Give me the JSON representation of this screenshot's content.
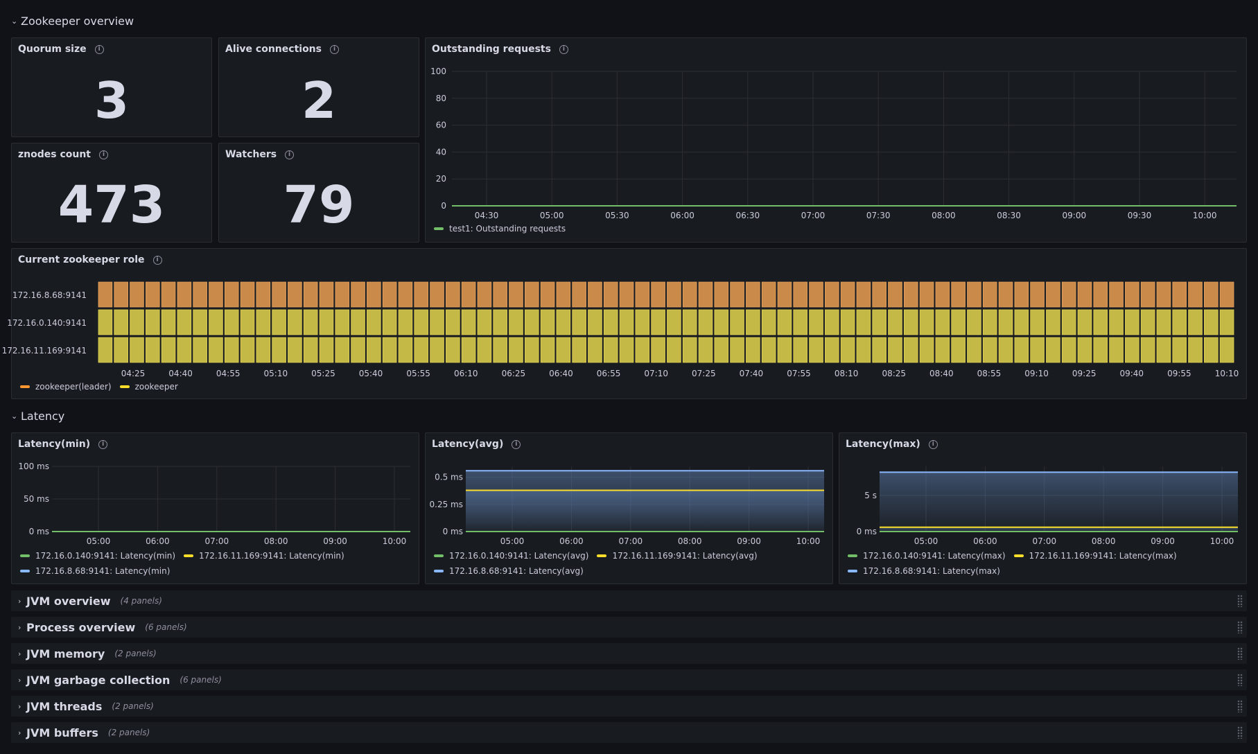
{
  "rows": {
    "zookeeper": "Zookeeper overview",
    "latency": "Latency"
  },
  "stats": [
    {
      "title": "Quorum size",
      "value": "3"
    },
    {
      "title": "Alive connections",
      "value": "2"
    },
    {
      "title": "znodes count",
      "value": "473"
    },
    {
      "title": "Watchers",
      "value": "79"
    }
  ],
  "outstanding": {
    "title": "Outstanding requests",
    "legend": [
      {
        "name": "test1: Outstanding requests",
        "color": "#73bf69"
      }
    ]
  },
  "role": {
    "title": "Current zookeeper role",
    "legend": [
      {
        "name": "zookeeper(leader)",
        "color": "#ff9830"
      },
      {
        "name": "zookeeper",
        "color": "#fade2a"
      }
    ]
  },
  "latency_panels": [
    {
      "title": "Latency(min)",
      "legend": [
        "172.16.0.140:9141: Latency(min)",
        "172.16.11.169:9141: Latency(min)",
        "172.16.8.68:9141: Latency(min)"
      ]
    },
    {
      "title": "Latency(avg)",
      "legend": [
        "172.16.0.140:9141: Latency(avg)",
        "172.16.11.169:9141: Latency(avg)",
        "172.16.8.68:9141: Latency(avg)"
      ]
    },
    {
      "title": "Latency(max)",
      "legend": [
        "172.16.0.140:9141: Latency(max)",
        "172.16.11.169:9141: Latency(max)",
        "172.16.8.68:9141: Latency(max)"
      ]
    }
  ],
  "colors": {
    "green": "#73bf69",
    "yellow": "#fade2a",
    "blue": "#8ab8ff",
    "leader": "#c98a4a",
    "follower": "#c4b846"
  },
  "collapsed_rows": [
    {
      "name": "JVM overview",
      "count": "(4 panels)"
    },
    {
      "name": "Process overview",
      "count": "(6 panels)"
    },
    {
      "name": "JVM memory",
      "count": "(2 panels)"
    },
    {
      "name": "JVM garbage collection",
      "count": "(6 panels)"
    },
    {
      "name": "JVM threads",
      "count": "(2 panels)"
    },
    {
      "name": "JVM buffers",
      "count": "(2 panels)"
    }
  ],
  "chart_data": [
    {
      "type": "line",
      "title": "Outstanding requests",
      "x": [
        "04:30",
        "05:00",
        "05:30",
        "06:00",
        "06:30",
        "07:00",
        "07:30",
        "08:00",
        "08:30",
        "09:00",
        "09:30",
        "10:00"
      ],
      "ylim": [
        0,
        100
      ],
      "yticks": [
        "100",
        "80",
        "60",
        "40",
        "20",
        "0"
      ],
      "series": [
        {
          "name": "test1: Outstanding requests",
          "values": [
            0,
            0,
            0,
            0,
            0,
            0,
            0,
            0,
            0,
            0,
            0,
            0
          ]
        }
      ],
      "grid": true,
      "legend": "bottom-left"
    },
    {
      "type": "heatmap",
      "title": "Current zookeeper role",
      "rows": [
        {
          "name": "172.16.8.68:9141",
          "state": "zookeeper(leader)"
        },
        {
          "name": "172.16.0.140:9141",
          "state": "zookeeper"
        },
        {
          "name": "172.16.11.169:9141",
          "state": "zookeeper"
        }
      ],
      "x": [
        "04:25",
        "04:40",
        "04:55",
        "05:10",
        "05:25",
        "05:40",
        "05:55",
        "06:10",
        "06:25",
        "06:40",
        "06:55",
        "07:10",
        "07:25",
        "07:40",
        "07:55",
        "08:10",
        "08:25",
        "08:40",
        "08:55",
        "09:10",
        "09:25",
        "09:40",
        "09:55",
        "10:10"
      ],
      "buckets": 72,
      "legend": "bottom-left"
    },
    {
      "type": "line",
      "title": "Latency(min)",
      "x": [
        "05:00",
        "06:00",
        "07:00",
        "08:00",
        "09:00",
        "10:00"
      ],
      "ylim": [
        0,
        100
      ],
      "yticks": [
        "100 ms",
        "50 ms",
        "0 ms"
      ],
      "ytick_values": [
        100,
        50,
        0
      ],
      "series": [
        {
          "name": "172.16.0.140:9141: Latency(min)",
          "values": [
            0,
            0,
            0,
            0,
            0,
            0
          ]
        },
        {
          "name": "172.16.11.169:9141: Latency(min)",
          "values": [
            0,
            0,
            0,
            0,
            0,
            0
          ]
        },
        {
          "name": "172.16.8.68:9141: Latency(min)",
          "values": [
            0,
            0,
            0,
            0,
            0,
            0
          ]
        }
      ]
    },
    {
      "type": "area",
      "title": "Latency(avg)",
      "x": [
        "05:00",
        "06:00",
        "07:00",
        "08:00",
        "09:00",
        "10:00"
      ],
      "ylim": [
        0,
        0.6
      ],
      "yticks": [
        "0.5 ms",
        "0.25 ms",
        "0 ms"
      ],
      "ytick_values": [
        0.5,
        0.25,
        0
      ],
      "series": [
        {
          "name": "172.16.0.140:9141: Latency(avg)",
          "values": [
            0,
            0,
            0,
            0,
            0,
            0
          ]
        },
        {
          "name": "172.16.11.169:9141: Latency(avg)",
          "values": [
            0.38,
            0.38,
            0.38,
            0.38,
            0.38,
            0.38
          ]
        },
        {
          "name": "172.16.8.68:9141: Latency(avg)",
          "values": [
            0.56,
            0.56,
            0.56,
            0.56,
            0.56,
            0.56
          ]
        }
      ]
    },
    {
      "type": "area",
      "title": "Latency(max)",
      "x": [
        "05:00",
        "06:00",
        "07:00",
        "08:00",
        "09:00",
        "10:00"
      ],
      "ylim": [
        0,
        9
      ],
      "yticks": [
        "5 s",
        "0 ms"
      ],
      "ytick_values": [
        5,
        0
      ],
      "series": [
        {
          "name": "172.16.0.140:9141: Latency(max)",
          "values": [
            0,
            0,
            0,
            0,
            0,
            0
          ]
        },
        {
          "name": "172.16.11.169:9141: Latency(max)",
          "values": [
            0.6,
            0.6,
            0.6,
            0.6,
            0.6,
            0.6
          ]
        },
        {
          "name": "172.16.8.68:9141: Latency(max)",
          "values": [
            8.2,
            8.2,
            8.2,
            8.2,
            8.2,
            8.2
          ]
        }
      ]
    }
  ]
}
